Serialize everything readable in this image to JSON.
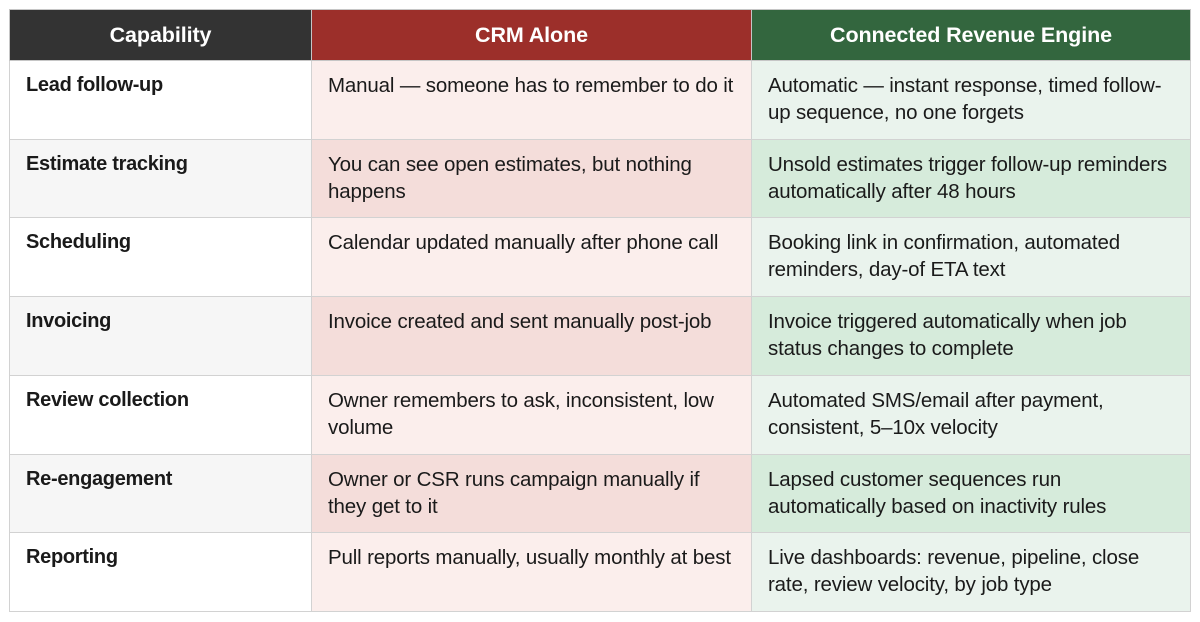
{
  "table": {
    "headers": [
      {
        "label": "Capability",
        "color": "#333333"
      },
      {
        "label": "CRM Alone",
        "color": "#9c2f2a"
      },
      {
        "label": "Connected Revenue Engine",
        "color": "#33663e"
      }
    ],
    "rows": [
      {
        "capability": "Lead follow-up",
        "crm_alone": "Manual — someone has to remember to do it",
        "connected_revenue_engine": "Automatic — instant response, timed follow-up sequence, no one forgets"
      },
      {
        "capability": "Estimate tracking",
        "crm_alone": "You can see open estimates, but nothing happens",
        "connected_revenue_engine": "Unsold estimates trigger follow-up reminders automatically after 48 hours"
      },
      {
        "capability": "Scheduling",
        "crm_alone": "Calendar updated manually after phone call",
        "connected_revenue_engine": "Booking link in confirmation, automated reminders, day-of ETA text"
      },
      {
        "capability": "Invoicing",
        "crm_alone": "Invoice created and sent manually post-job",
        "connected_revenue_engine": "Invoice triggered automatically when job status changes to complete"
      },
      {
        "capability": "Review collection",
        "crm_alone": "Owner remembers to ask, inconsistent, low volume",
        "connected_revenue_engine": "Automated SMS/email after payment, consistent, 5–10x velocity"
      },
      {
        "capability": "Re-engagement",
        "crm_alone": "Owner or CSR runs campaign manually if they get to it",
        "connected_revenue_engine": "Lapsed customer sequences run automatically based on inactivity rules"
      },
      {
        "capability": "Reporting",
        "crm_alone": "Pull reports manually, usually monthly at best",
        "connected_revenue_engine": "Live dashboards: revenue, pipeline, close rate, review velocity, by job type"
      }
    ]
  }
}
